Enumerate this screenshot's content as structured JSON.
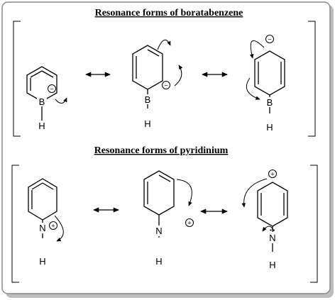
{
  "panel_top": {
    "title": "Resonance forms of boratabenzene",
    "heteroatom": "B",
    "hydrogen": "H",
    "negative_charge": "−"
  },
  "panel_bottom": {
    "title": "Resonance forms of pyridinium",
    "heteroatom": "N",
    "hydrogen": "H",
    "positive_charge": "+",
    "lone_pair": "··"
  },
  "icons": {
    "resonance_arrow": "double-headed-arrow-icon",
    "electron_push_arrow": "curved-arrow-icon"
  },
  "colors": {
    "ink": "#000000",
    "frame_border": "#8a8a8a",
    "frame_shadow": "#bdbdbd",
    "background": "#ffffff"
  }
}
